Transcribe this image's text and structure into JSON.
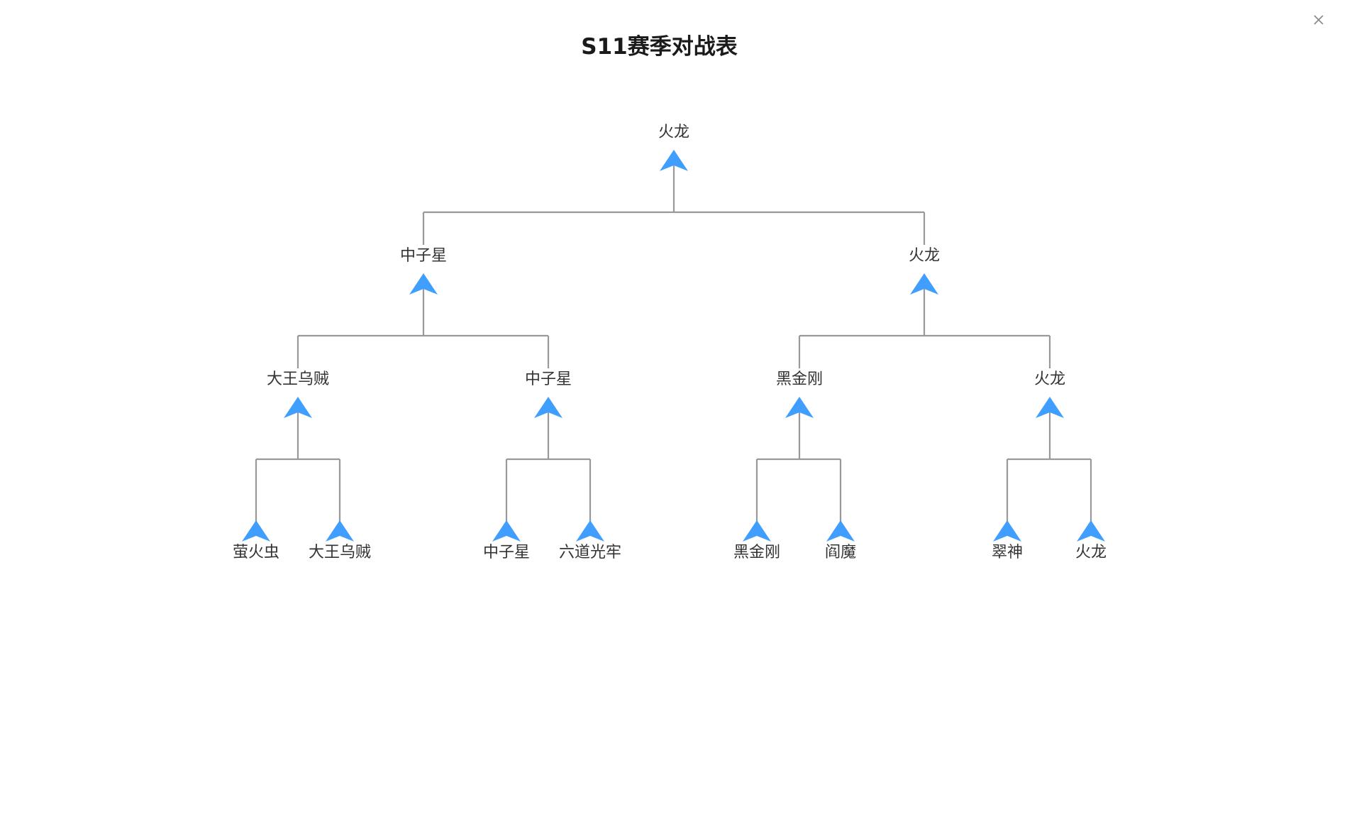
{
  "dialog": {
    "title": "S11赛季对战表",
    "close_icon": "close-icon"
  },
  "bracket": {
    "edge_color": "#999999",
    "marker_color": "#409eff",
    "marker_icon": "arrow-up-icon",
    "champion": {
      "id": "r0",
      "name": "火龙"
    },
    "semifinal": [
      {
        "id": "s0",
        "name": "中子星"
      },
      {
        "id": "s1",
        "name": "火龙"
      }
    ],
    "quarterfinal": [
      {
        "id": "q0",
        "name": "大王乌贼"
      },
      {
        "id": "q1",
        "name": "中子星"
      },
      {
        "id": "q2",
        "name": "黑金刚"
      },
      {
        "id": "q3",
        "name": "火龙"
      }
    ],
    "round_of_8": [
      {
        "id": "e0",
        "name": "萤火虫"
      },
      {
        "id": "e1",
        "name": "大王乌贼"
      },
      {
        "id": "e2",
        "name": "中子星"
      },
      {
        "id": "e3",
        "name": "六道光牢"
      },
      {
        "id": "e4",
        "name": "黑金刚"
      },
      {
        "id": "e5",
        "name": "阎魔"
      },
      {
        "id": "e6",
        "name": "翠神"
      },
      {
        "id": "e7",
        "name": "火龙"
      }
    ]
  }
}
